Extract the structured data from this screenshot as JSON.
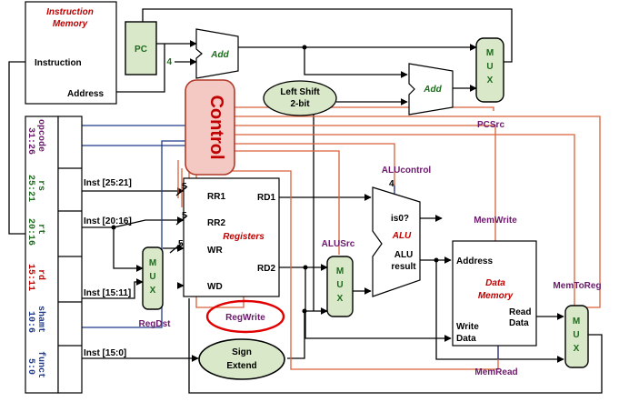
{
  "blocks": {
    "instruction_memory": {
      "title_line1": "Instruction",
      "title_line2": "Memory",
      "instruction": "Instruction",
      "address": "Address"
    },
    "pc": "PC",
    "add_pc": "Add",
    "const_four": "4",
    "add_branch": "Add",
    "mux_label": "M\nU\nX",
    "pcsrc": "PCSrc",
    "shift": {
      "line1": "Left Shift",
      "line2": "2-bit"
    },
    "control": "Control",
    "alucontrol": "ALUcontrol",
    "alucontrol_width": "4",
    "registers": {
      "title": "Registers",
      "rr1": "RR1",
      "rr2": "RR2",
      "wr": "WR",
      "wd": "WD",
      "rd1": "RD1",
      "rd2": "RD2"
    },
    "five_a": "5",
    "five_b": "5",
    "five_c": "5",
    "regwrite": "RegWrite",
    "regdst": "RegDst",
    "alusrc": "ALUSrc",
    "alu": {
      "title": "ALU",
      "is0": "is0?",
      "result1": "ALU",
      "result2": "result"
    },
    "memwrite": "MemWrite",
    "data_memory": {
      "title1": "Data",
      "title2": "Memory",
      "address": "Address",
      "write1": "Write",
      "write2": "Data",
      "read1": "Read",
      "read2": "Data"
    },
    "memread": "MemRead",
    "memtoreg": "MemToReg",
    "sign_extend": {
      "line1": "Sign",
      "line2": "Extend"
    }
  },
  "fields": [
    {
      "name": "opcode",
      "bits": "31:26"
    },
    {
      "name": "rs",
      "bits": "25:21"
    },
    {
      "name": "rt",
      "bits": "20:16"
    },
    {
      "name": "rd",
      "bits": "15:11"
    },
    {
      "name": "shamt",
      "bits": "10:6"
    },
    {
      "name": "funct",
      "bits": "5:0"
    }
  ],
  "inst_labels": {
    "rs": "Inst [25:21]",
    "rt": "Inst [20:16]",
    "rd": "Inst [15:11]",
    "imm": "Inst [15:0]"
  },
  "colors": {
    "control_fill": "#f4c9c4",
    "control_text": "#c00000",
    "control_line": "#d9603b",
    "mux_fill": "#d8e8c8",
    "shift_fill": "#d8e8c8",
    "blue_line": "#1f3a8a",
    "regwrite_ring": "#e00000"
  }
}
